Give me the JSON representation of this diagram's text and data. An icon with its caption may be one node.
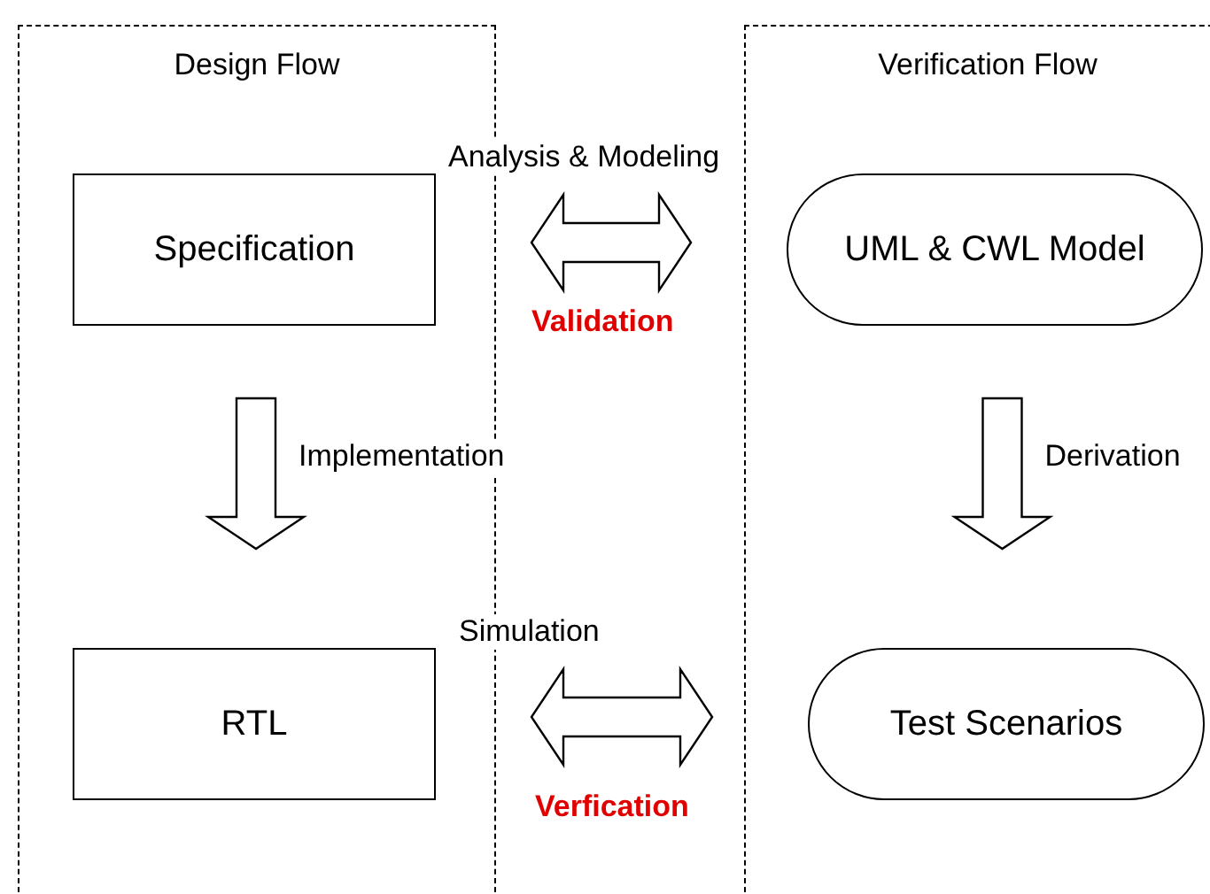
{
  "diagram": {
    "nodes": [
      {
        "text": [
          "Design Flow"
        ]
      },
      {
        "text": [
          "Specification"
        ],
        "in": 0
      },
      {
        "text": [
          "RTL"
        ],
        "in": 0
      },
      {
        "text": [
          "Verification Flow"
        ]
      },
      {
        "text": [
          "UML & CWL Model"
        ],
        "in": 3
      },
      {
        "text": [
          "Test Scenarios"
        ],
        "in": 3
      }
    ],
    "edges": [
      {
        "from": 1,
        "to": 4,
        "arrow": "both",
        "label": "Analysis & Modeling"
      },
      {
        "from": 1,
        "to": 2,
        "arrow": "to",
        "label": "Implementation"
      },
      {
        "from": 4,
        "to": 5,
        "arrow": "to",
        "label": "Derivation"
      },
      {
        "from": 2,
        "to": 5,
        "arrow": "both",
        "label": "Simulation"
      }
    ],
    "labels": [
      "Validation",
      "Verfication"
    ]
  }
}
